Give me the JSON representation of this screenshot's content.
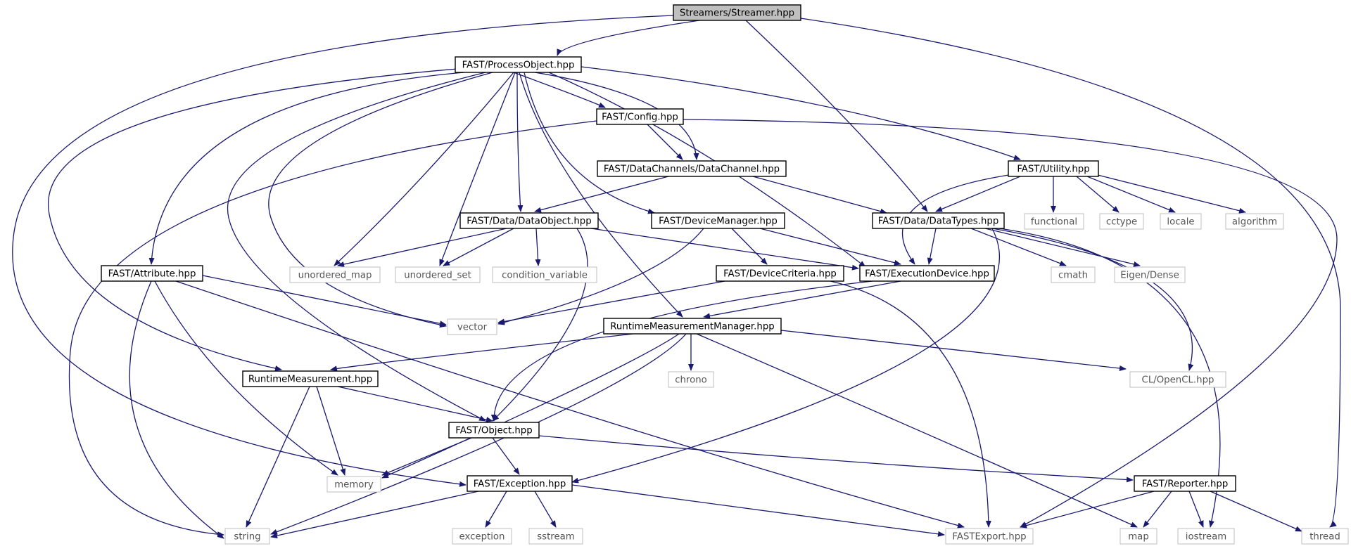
{
  "colors": {
    "edge": "#191970",
    "node_border": "#000000",
    "external_border": "#bfbfbf",
    "root_fill": "#bfbfbf",
    "node_fill": "#ffffff",
    "text": "#000000",
    "external_text": "#555555"
  },
  "nodes": {
    "streamer": "Streamers/Streamer.hpp",
    "processobject": "FAST/ProcessObject.hpp",
    "config": "FAST/Config.hpp",
    "datachannel": "FAST/DataChannels/DataChannel.hpp",
    "utility": "FAST/Utility.hpp",
    "dataobject": "FAST/Data/DataObject.hpp",
    "devicemanager": "FAST/DeviceManager.hpp",
    "datatypes": "FAST/Data/DataTypes.hpp",
    "functional": "functional",
    "cctype": "cctype",
    "locale": "locale",
    "algorithm": "algorithm",
    "attribute": "FAST/Attribute.hpp",
    "unordered_map": "unordered_map",
    "unordered_set": "unordered_set",
    "condition_variable": "condition_variable",
    "devicecriteria": "FAST/DeviceCriteria.hpp",
    "executiondevice": "FAST/ExecutionDevice.hpp",
    "cmath": "cmath",
    "eigen": "Eigen/Dense",
    "vector": "vector",
    "rmm": "RuntimeMeasurementManager.hpp",
    "rm": "RuntimeMeasurement.hpp",
    "chrono": "chrono",
    "opencl": "CL/OpenCL.hpp",
    "object": "FAST/Object.hpp",
    "memory": "memory",
    "exception_hpp": "FAST/Exception.hpp",
    "reporter": "FAST/Reporter.hpp",
    "string": "string",
    "exception": "exception",
    "sstream": "sstream",
    "fastexport": "FASTExport.hpp",
    "map": "map",
    "iostream": "iostream",
    "thread": "thread"
  }
}
